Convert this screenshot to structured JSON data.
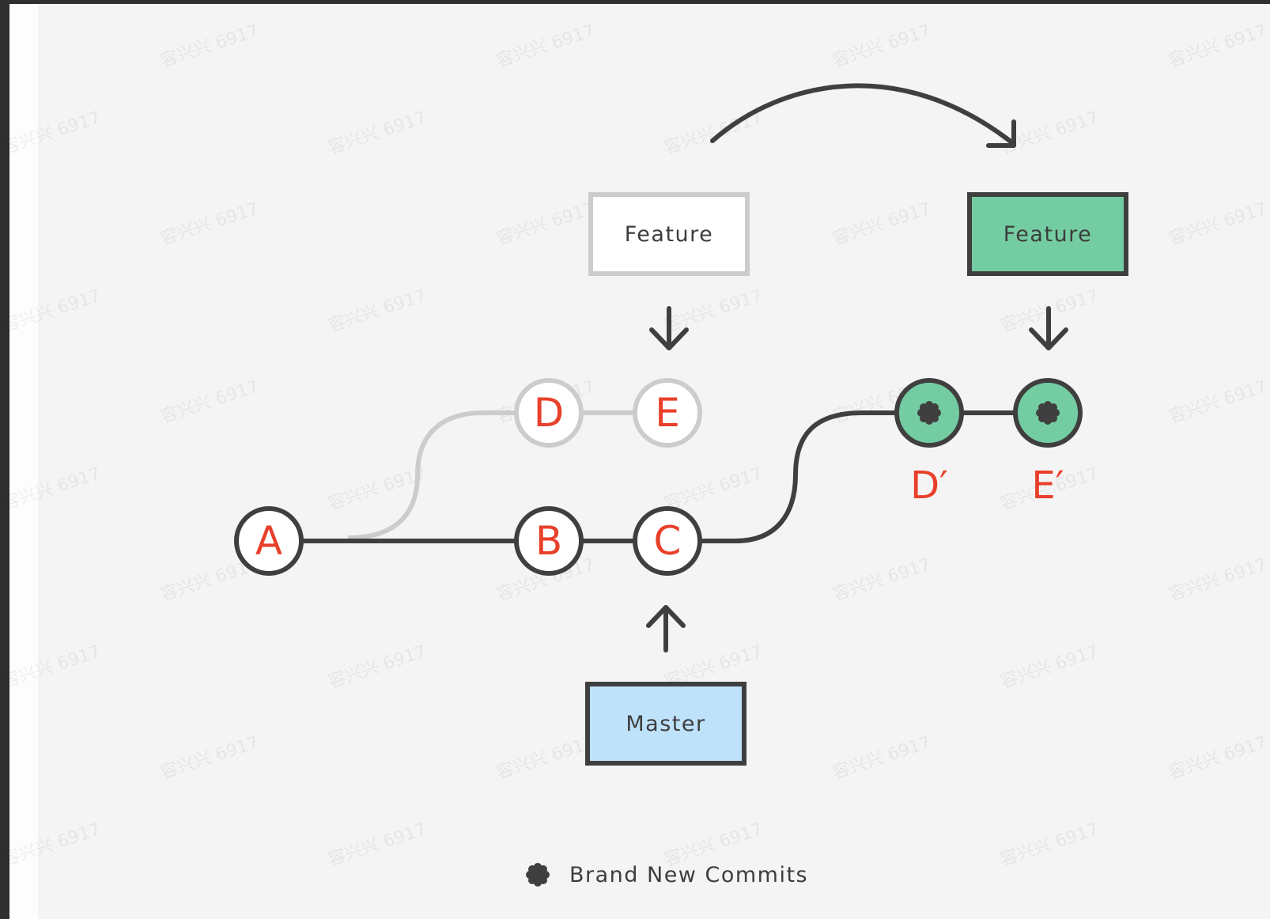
{
  "diagram": {
    "title": "Git rebase: feature branch moved onto master",
    "branches": {
      "feature_old": {
        "label": "Feature",
        "state": "before-rebase"
      },
      "feature_new": {
        "label": "Feature",
        "state": "after-rebase"
      },
      "master": {
        "label": "Master"
      }
    },
    "commits": {
      "A": {
        "label": "A",
        "branch": "master"
      },
      "B": {
        "label": "B",
        "branch": "master"
      },
      "C": {
        "label": "C",
        "branch": "master"
      },
      "D": {
        "label": "D",
        "branch": "feature (old)"
      },
      "E": {
        "label": "E",
        "branch": "feature (old)"
      },
      "D_prime": {
        "label": "D′",
        "branch": "feature (rebased)",
        "new": true
      },
      "E_prime": {
        "label": "E′",
        "branch": "feature (rebased)",
        "new": true
      }
    },
    "edges": [
      [
        "A",
        "B"
      ],
      [
        "B",
        "C"
      ],
      [
        "A",
        "D"
      ],
      [
        "D",
        "E"
      ],
      [
        "C",
        "D_prime"
      ],
      [
        "D_prime",
        "E_prime"
      ]
    ],
    "legend": {
      "icon": "asterisk-icon",
      "label": "Brand New Commits"
    },
    "colors": {
      "commit_text": "#e8402a",
      "stroke_dark": "#3f3f3f",
      "stroke_faded": "#cccccc",
      "new_commit_fill": "#74cda2",
      "master_fill": "#bfe2fb",
      "feature_old_fill": "#ffffff",
      "canvas_bg": "#f4f4f4"
    },
    "watermark_text": "容兴兴 6917"
  }
}
